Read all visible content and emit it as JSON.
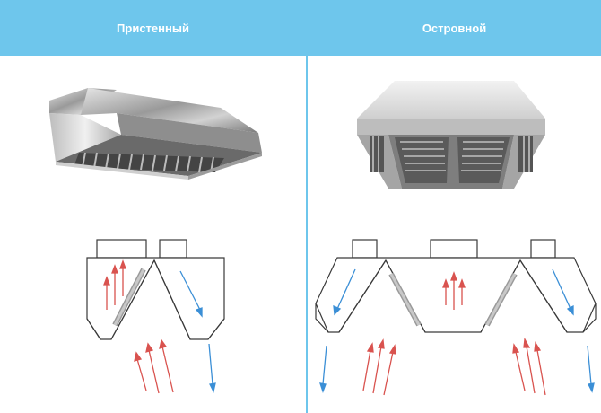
{
  "columns": [
    {
      "id": "wall",
      "title": "Пристенный"
    },
    {
      "id": "island",
      "title": "Островной"
    }
  ],
  "colors": {
    "header": "#6ec6ec",
    "text": "#ffffff",
    "outline": "#3a3a3a",
    "filter": "#9a9a9a",
    "warm_arrow": "#d9534f",
    "cool_arrow": "#3b8fd6"
  },
  "items": [
    {
      "name": "wall-hood-photo",
      "icon": "wall-mounted-exhaust-hood"
    },
    {
      "name": "island-hood-photo",
      "icon": "island-exhaust-hood"
    },
    {
      "name": "wall-hood-airflow-diagram",
      "icon": "airflow-schematic"
    },
    {
      "name": "island-hood-airflow-diagram",
      "icon": "airflow-schematic"
    }
  ]
}
